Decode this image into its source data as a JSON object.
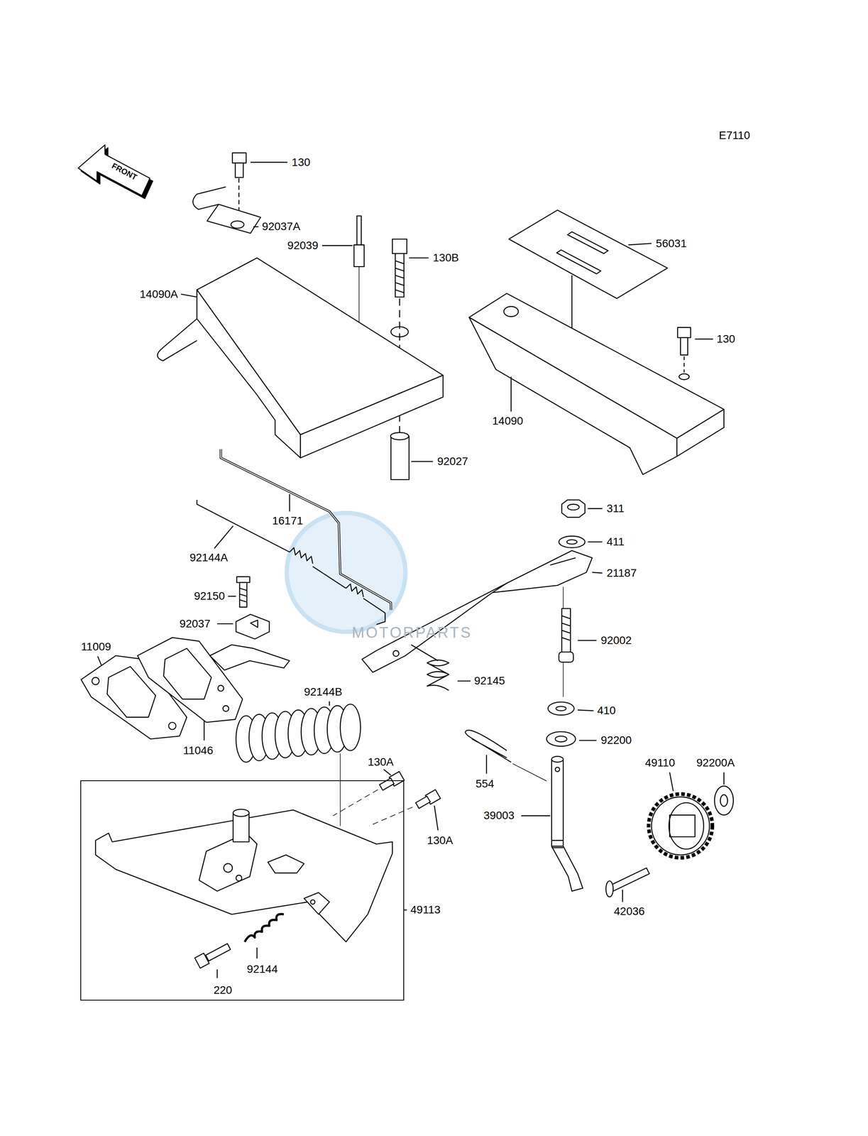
{
  "diagram": {
    "nodes": [
      {
        "text": [
          "220",
          "92144"
        ]
      }
    ],
    "labels": [
      "E7110",
      "FRONT",
      "130",
      "92037A",
      "92039",
      "130B",
      "56031",
      "14090A",
      "130",
      "14090",
      "92027",
      "16171",
      "311",
      "92144A",
      "411",
      "21187",
      "92150",
      "92037",
      "92002",
      "11009",
      "92145",
      "92144B",
      "410",
      "11046",
      "92200",
      "130A",
      "49110",
      "92200A",
      "554",
      "39003",
      "130A",
      "49113",
      "42036",
      "MOTORPARTS"
    ]
  }
}
